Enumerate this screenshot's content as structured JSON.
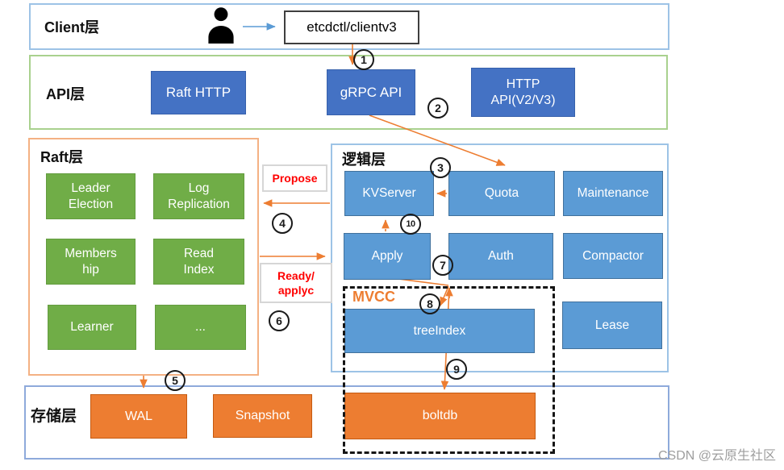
{
  "client_layer": {
    "label": "Client层",
    "client_box": "etcdctl/clientv3"
  },
  "api_layer": {
    "label": "API层",
    "raft_http": "Raft HTTP",
    "grpc_api": "gRPC API",
    "http_api": "HTTP API(V2/V3)"
  },
  "raft_layer": {
    "label": "Raft层",
    "leader_election": "Leader Election",
    "log_replication": "Log Replication",
    "membership": "Members hip",
    "read_index": "Read Index",
    "learner": "Learner",
    "more": "..."
  },
  "logic_layer": {
    "label": "逻辑层",
    "kvserver": "KVServer",
    "quota": "Quota",
    "maintenance": "Maintenance",
    "apply": "Apply",
    "auth": "Auth",
    "compactor": "Compactor",
    "lease": "Lease",
    "mvcc_label": "MVCC",
    "treeindex": "treeIndex"
  },
  "storage_layer": {
    "label": "存储层",
    "wal": "WAL",
    "snapshot": "Snapshot",
    "boltdb": "boltdb"
  },
  "flow_labels": {
    "propose": "Propose",
    "ready_line1": "Ready/",
    "ready_line2": "applyc"
  },
  "steps": {
    "s1": "1",
    "s2": "2",
    "s3": "3",
    "s4": "4",
    "s5": "5",
    "s6": "6",
    "s7": "7",
    "s8": "8",
    "s9": "9",
    "s10": "10"
  },
  "watermark": "CSDN @云原生社区",
  "colors": {
    "dark_blue": "#4472C4",
    "light_blue": "#5B9BD5",
    "green": "#70AD47",
    "orange": "#ED7D31",
    "arrow_orange": "#ED7D31",
    "arrow_blue": "#5B9BD5",
    "red_label": "#FF0000",
    "client_border": "#9DC3E6",
    "api_border": "#A9D18E",
    "raft_border": "#F4B183",
    "logic_border": "#9DC3E6",
    "storage_border": "#8EAADB",
    "mvcc_border": "#151515",
    "watermark_gray": "#9E9E9E"
  }
}
